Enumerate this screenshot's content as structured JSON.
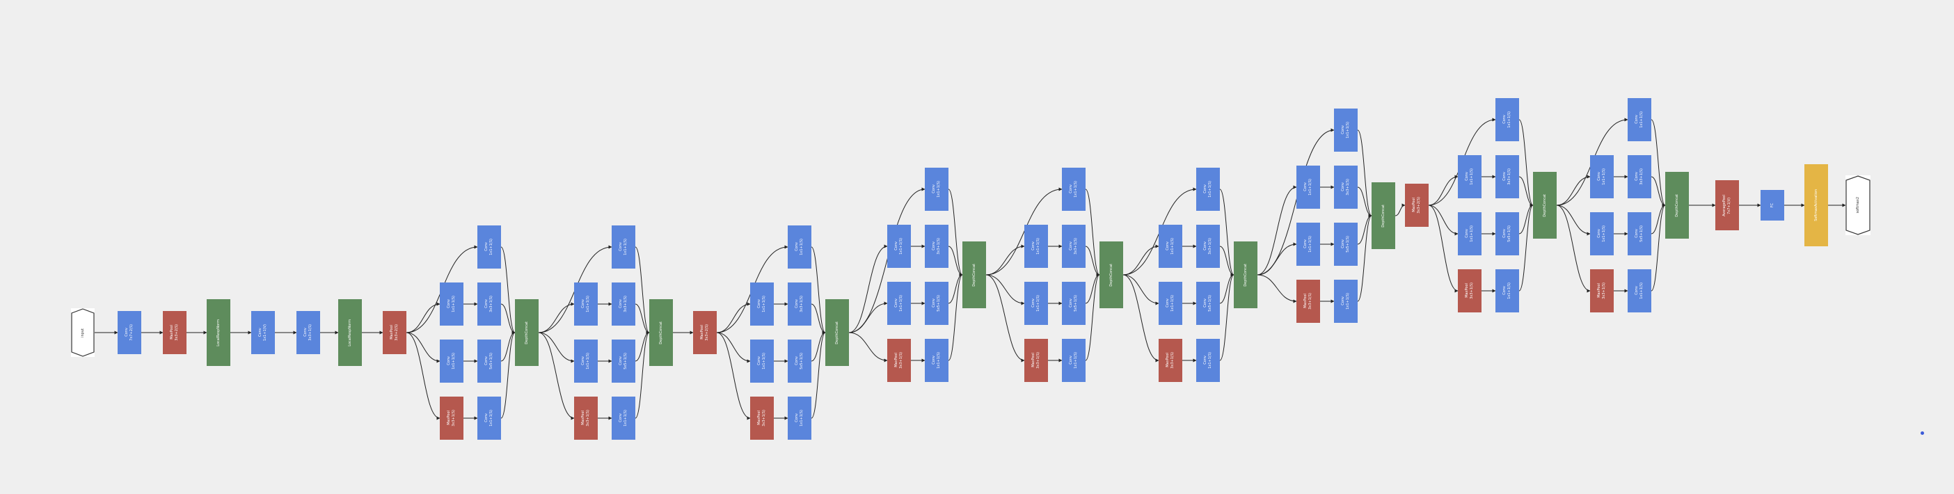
{
  "diagram": {
    "terminals": {
      "input": "input",
      "output": "softmax2"
    },
    "labels": {
      "conv_7": "Conv\n7x7+2(S)",
      "conv_1s": "Conv\n1x1+1(S)",
      "conv_1v": "Conv\n1x1+1(V)",
      "conv_3s": "Conv\n3x3+1(S)",
      "conv_5s": "Conv\n5x5+1(S)",
      "maxpool_2": "MaxPool\n3x3+2(S)",
      "maxpool_1": "MaxPool\n3x3+1(S)",
      "avgpool": "AveragePool\n7x7+1(V)",
      "lrn": "LocalRespNorm",
      "depthconcat": "DepthConcat",
      "fc": "FC",
      "softmax": "SoftmaxActivation"
    },
    "colors": {
      "conv": "#5a85dc",
      "pool": "#b5584e",
      "norm": "#5e8c5c",
      "softmax": "#e4b545",
      "background": "#efefef"
    }
  }
}
